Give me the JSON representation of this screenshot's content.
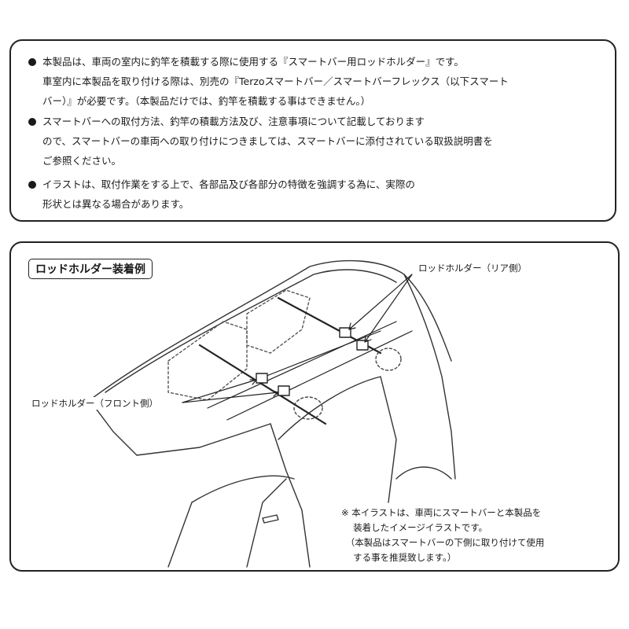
{
  "notes": [
    {
      "lines": [
        "本製品は、車両の室内に釣竿を積載する際に使用する『スマートバー用ロッドホルダー』です。",
        "車室内に本製品を取り付ける際は、別売の『Terzoスマートバー／スマートバーフレックス（以下スマート",
        "バー）』が必要です。（本製品だけでは、釣竿を積載する事はできません。）"
      ]
    },
    {
      "lines": [
        "スマートバーへの取付方法、釣竿の積載方法及び、注意事項について記載しております",
        "ので、スマートバーの車両への取り付けにつきましては、スマートバーに添付されている取扱説明書を",
        "ご参照ください。"
      ]
    },
    {
      "lines": [
        "イラストは、取付作業をする上で、各部品及び各部分の特徴を強調する為に、実際の",
        "形状とは異なる場合があります。"
      ]
    }
  ],
  "illustration": {
    "title": "ロッドホルダー装着例",
    "label_rear": "ロッドホルダー（リア側）",
    "label_front": "ロッドホルダー（フロント側）",
    "note_lines": [
      "※ 本イラストは、車両にスマートバーと本製品を",
      "　 装着したイメージイラストです。",
      "　（本製品はスマートバーの下側に取り付けて使用",
      "　  する事を推奨致します。）"
    ]
  }
}
